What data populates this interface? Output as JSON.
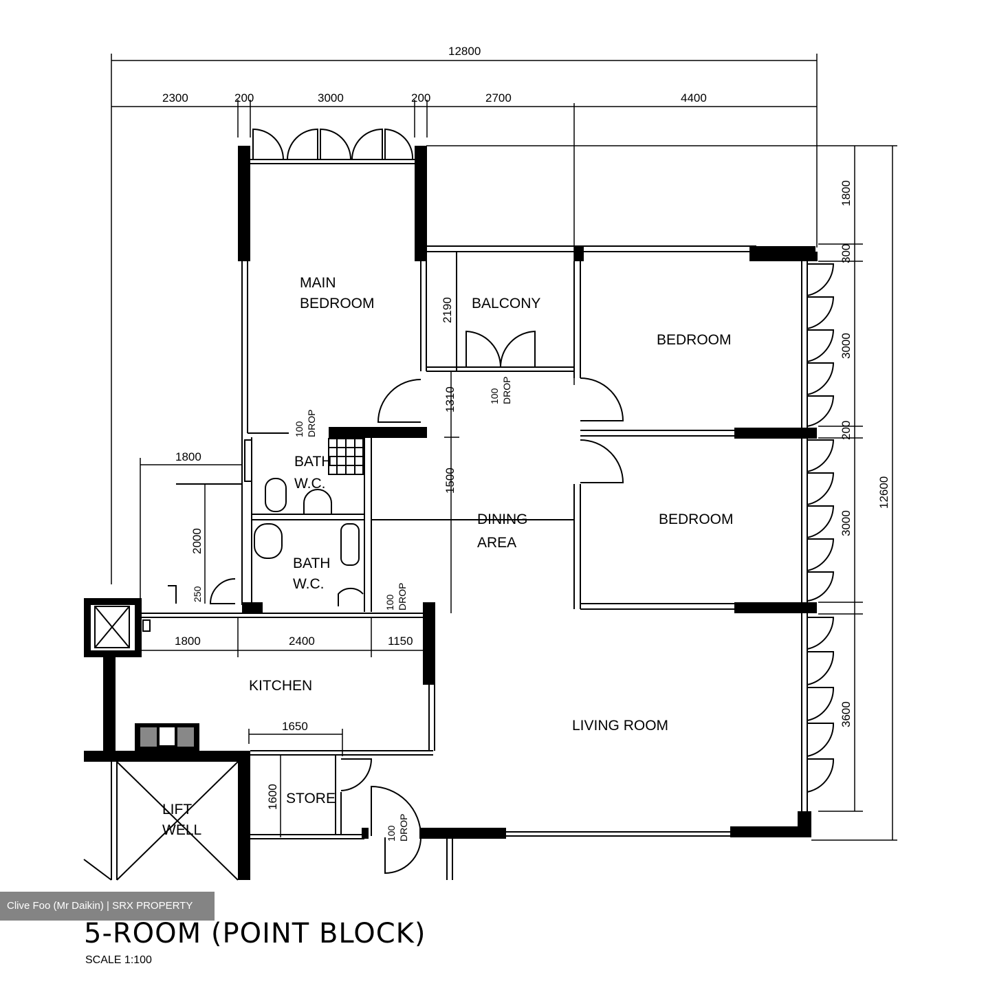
{
  "rooms": {
    "main_bedroom_l1": "MAIN",
    "main_bedroom_l2": "BEDROOM",
    "balcony": "BALCONY",
    "bedroom_1": "BEDROOM",
    "bedroom_2": "BEDROOM",
    "bath_wc_l1": "BATH",
    "bath_wc_l2": "W.C.",
    "bath_wc2_l1": "BATH",
    "bath_wc2_l2": "W.C.",
    "dining_l1": "DINING",
    "dining_l2": "AREA",
    "kitchen": "KITCHEN",
    "living_room": "LIVING ROOM",
    "store": "STORE",
    "lift_well_l1": "LIFT",
    "lift_well_l2": "WELL"
  },
  "notes": {
    "drop_val": "100",
    "drop_txt": "DROP"
  },
  "dimensions": {
    "overall_width": "12800",
    "top_1": "2300",
    "top_2": "200",
    "top_3": "3000",
    "top_4": "200",
    "top_5": "2700",
    "top_6": "4400",
    "right_1": "1800",
    "right_2": "300",
    "right_3": "3000",
    "right_4": "200",
    "right_5": "3000",
    "right_6": "3600",
    "overall_height": "12600",
    "balcony_depth": "2190",
    "corridor_1": "1310",
    "corridor_2": "1500",
    "yard_width": "1800",
    "yard_depth": "2000",
    "yard_small": "250",
    "kitchen_1": "1800",
    "kitchen_2": "2400",
    "kitchen_3": "1150",
    "kitchen_bench": "1650",
    "store_depth": "1600"
  },
  "footer": {
    "watermark": "Clive Foo (Mr Daikin) | SRX PROPERTY",
    "title": "5-ROOM (POINT BLOCK)",
    "scale": "SCALE   1:100"
  }
}
